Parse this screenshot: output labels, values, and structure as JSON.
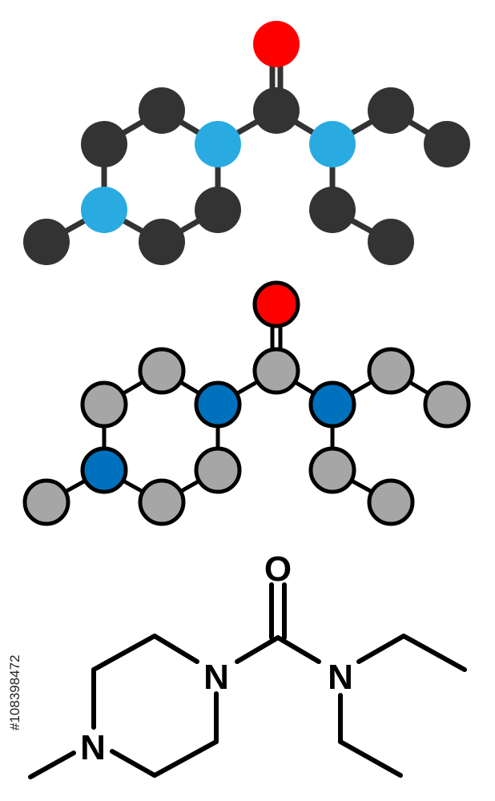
{
  "colors": {
    "carbon_solid": "#333333",
    "nitrogen_solid": "#29abe2",
    "oxygen_solid": "#ff0000",
    "carbon_outlined": "#a6a6a6",
    "nitrogen_outlined": "#0071bc",
    "oxygen_outlined": "#ff0000",
    "bond": "#333333",
    "outline": "#000000",
    "skeletal": "#000000"
  },
  "labels": {
    "oxygen": "O",
    "nitrogen_carbonyl": "N",
    "nitrogen_amide": "N",
    "nitrogen_methyl": "N"
  },
  "stock_id": "#108398472"
}
